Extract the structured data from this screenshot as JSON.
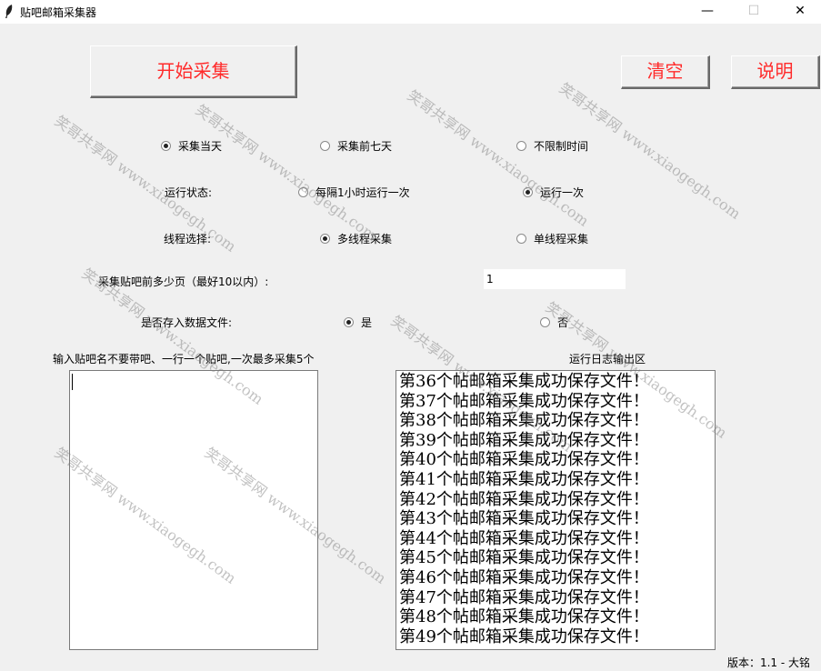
{
  "window": {
    "title": "贴吧邮箱采集器",
    "minimize": "—",
    "maximize": "☐",
    "close": "✕"
  },
  "buttons": {
    "start": "开始采集",
    "clear": "清空",
    "help": "说明"
  },
  "range": {
    "options": [
      "采集当天",
      "采集前七天",
      "不限制时间"
    ],
    "selected": 0
  },
  "run_status": {
    "label": "运行状态:",
    "options": [
      "每隔1小时运行一次",
      "运行一次"
    ],
    "selected": 1
  },
  "thread": {
    "label": "线程选择:",
    "options": [
      "多线程采集",
      "单线程采集"
    ],
    "selected": 0
  },
  "pages": {
    "label": "采集贴吧前多少页（最好10以内）:",
    "value": "1"
  },
  "save_file": {
    "label": "是否存入数据文件:",
    "options": [
      "是",
      "否"
    ],
    "selected": 0
  },
  "input_area": {
    "label": "输入贴吧名不要带吧、一行一个贴吧,一次最多采集5个"
  },
  "log_area": {
    "label": "运行日志输出区",
    "lines": [
      "第36个帖邮箱采集成功保存文件！",
      "第37个帖邮箱采集成功保存文件！",
      "第38个帖邮箱采集成功保存文件！",
      "第39个帖邮箱采集成功保存文件！",
      "第40个帖邮箱采集成功保存文件！",
      "第41个帖邮箱采集成功保存文件！",
      "第42个帖邮箱采集成功保存文件！",
      "第43个帖邮箱采集成功保存文件！",
      "第44个帖邮箱采集成功保存文件！",
      "第45个帖邮箱采集成功保存文件！",
      "第46个帖邮箱采集成功保存文件！",
      "第47个帖邮箱采集成功保存文件！",
      "第48个帖邮箱采集成功保存文件！",
      "第49个帖邮箱采集成功保存文件！"
    ]
  },
  "version": "版本：1.1 - 大铭",
  "watermark": "笑哥共享网 www.xiaogegh.com",
  "colors": {
    "button_text": "#ff2a2a",
    "background": "#f0f0f0"
  }
}
